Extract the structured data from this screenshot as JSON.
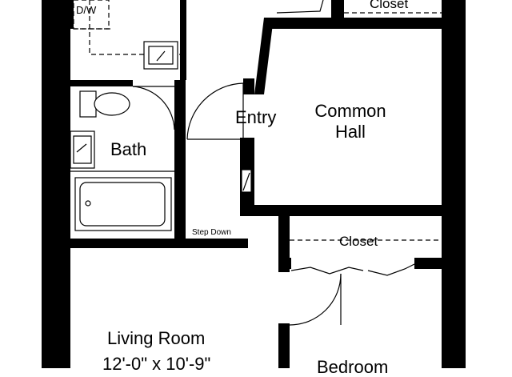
{
  "plan": {
    "rooms": {
      "dw": "D/W",
      "closet_top": "Closet",
      "entry": "Entry",
      "common_hall_line1": "Common",
      "common_hall_line2": "Hall",
      "bath": "Bath",
      "step_down": "Step Down",
      "closet_bedroom": "Closet",
      "living_room": "Living Room",
      "living_dims": "12'-0\" x 10'-9\"",
      "bedroom": "Bedroom"
    },
    "colors": {
      "wall": "#000000",
      "background": "#ffffff"
    }
  }
}
